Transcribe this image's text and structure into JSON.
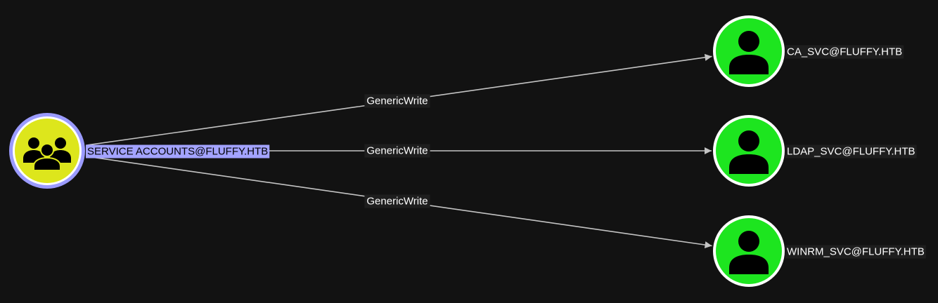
{
  "colors": {
    "background": "#121212",
    "edge": "#c4c4c4",
    "group_fill": "#dde61c",
    "group_ring": "#9b9bff",
    "user_fill": "#1de51f",
    "user_ring": "#ffffff",
    "icon": "#000000",
    "label_bg": "#1e1e1e",
    "label_text": "#ffffff",
    "selected_label_bg": "#a3a3ff",
    "selected_label_text": "#000000"
  },
  "nodes": [
    {
      "id": "service-accounts",
      "label": "SERVICE ACCOUNTS@FLUFFY.HTB",
      "kind": "group",
      "icon": "users-group-icon",
      "selected": true
    },
    {
      "id": "ca-svc",
      "label": "CA_SVC@FLUFFY.HTB",
      "kind": "user",
      "icon": "user-icon",
      "selected": false
    },
    {
      "id": "ldap-svc",
      "label": "LDAP_SVC@FLUFFY.HTB",
      "kind": "user",
      "icon": "user-icon",
      "selected": false
    },
    {
      "id": "winrm-svc",
      "label": "WINRM_SVC@FLUFFY.HTB",
      "kind": "user",
      "icon": "user-icon",
      "selected": false
    }
  ],
  "edges": [
    {
      "from": "service-accounts",
      "to": "ca-svc",
      "label": "GenericWrite"
    },
    {
      "from": "service-accounts",
      "to": "ldap-svc",
      "label": "GenericWrite"
    },
    {
      "from": "service-accounts",
      "to": "winrm-svc",
      "label": "GenericWrite"
    }
  ]
}
